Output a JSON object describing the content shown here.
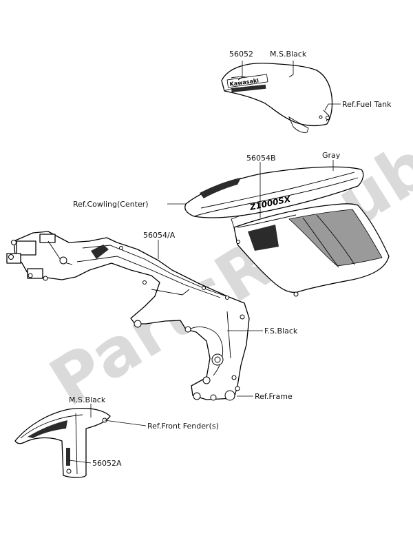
{
  "watermark": "PartsRepublik",
  "colors": {
    "line": "#000000",
    "watermark": "#d4d4d4",
    "stripe_dark": "#2b2b2b",
    "gray_panel": "#9a9a9a"
  },
  "callouts": {
    "part_56052": "56052",
    "ms_black_top": "M.S.Black",
    "ref_fuel_tank": "Ref.Fuel Tank",
    "part_56054b": "56054B",
    "gray": "Gray",
    "ref_cowling_center": "Ref.Cowling(Center)",
    "part_56054a": "56054/A",
    "fs_black": "F.S.Black",
    "ref_frame": "Ref.Frame",
    "ms_black_bottom": "M.S.Black",
    "ref_front_fender": "Ref.Front Fender(s)",
    "part_56052a": "56052A"
  },
  "decals": {
    "tank_brand": "Kawasaki",
    "cowl_model": "Z1000SX"
  }
}
